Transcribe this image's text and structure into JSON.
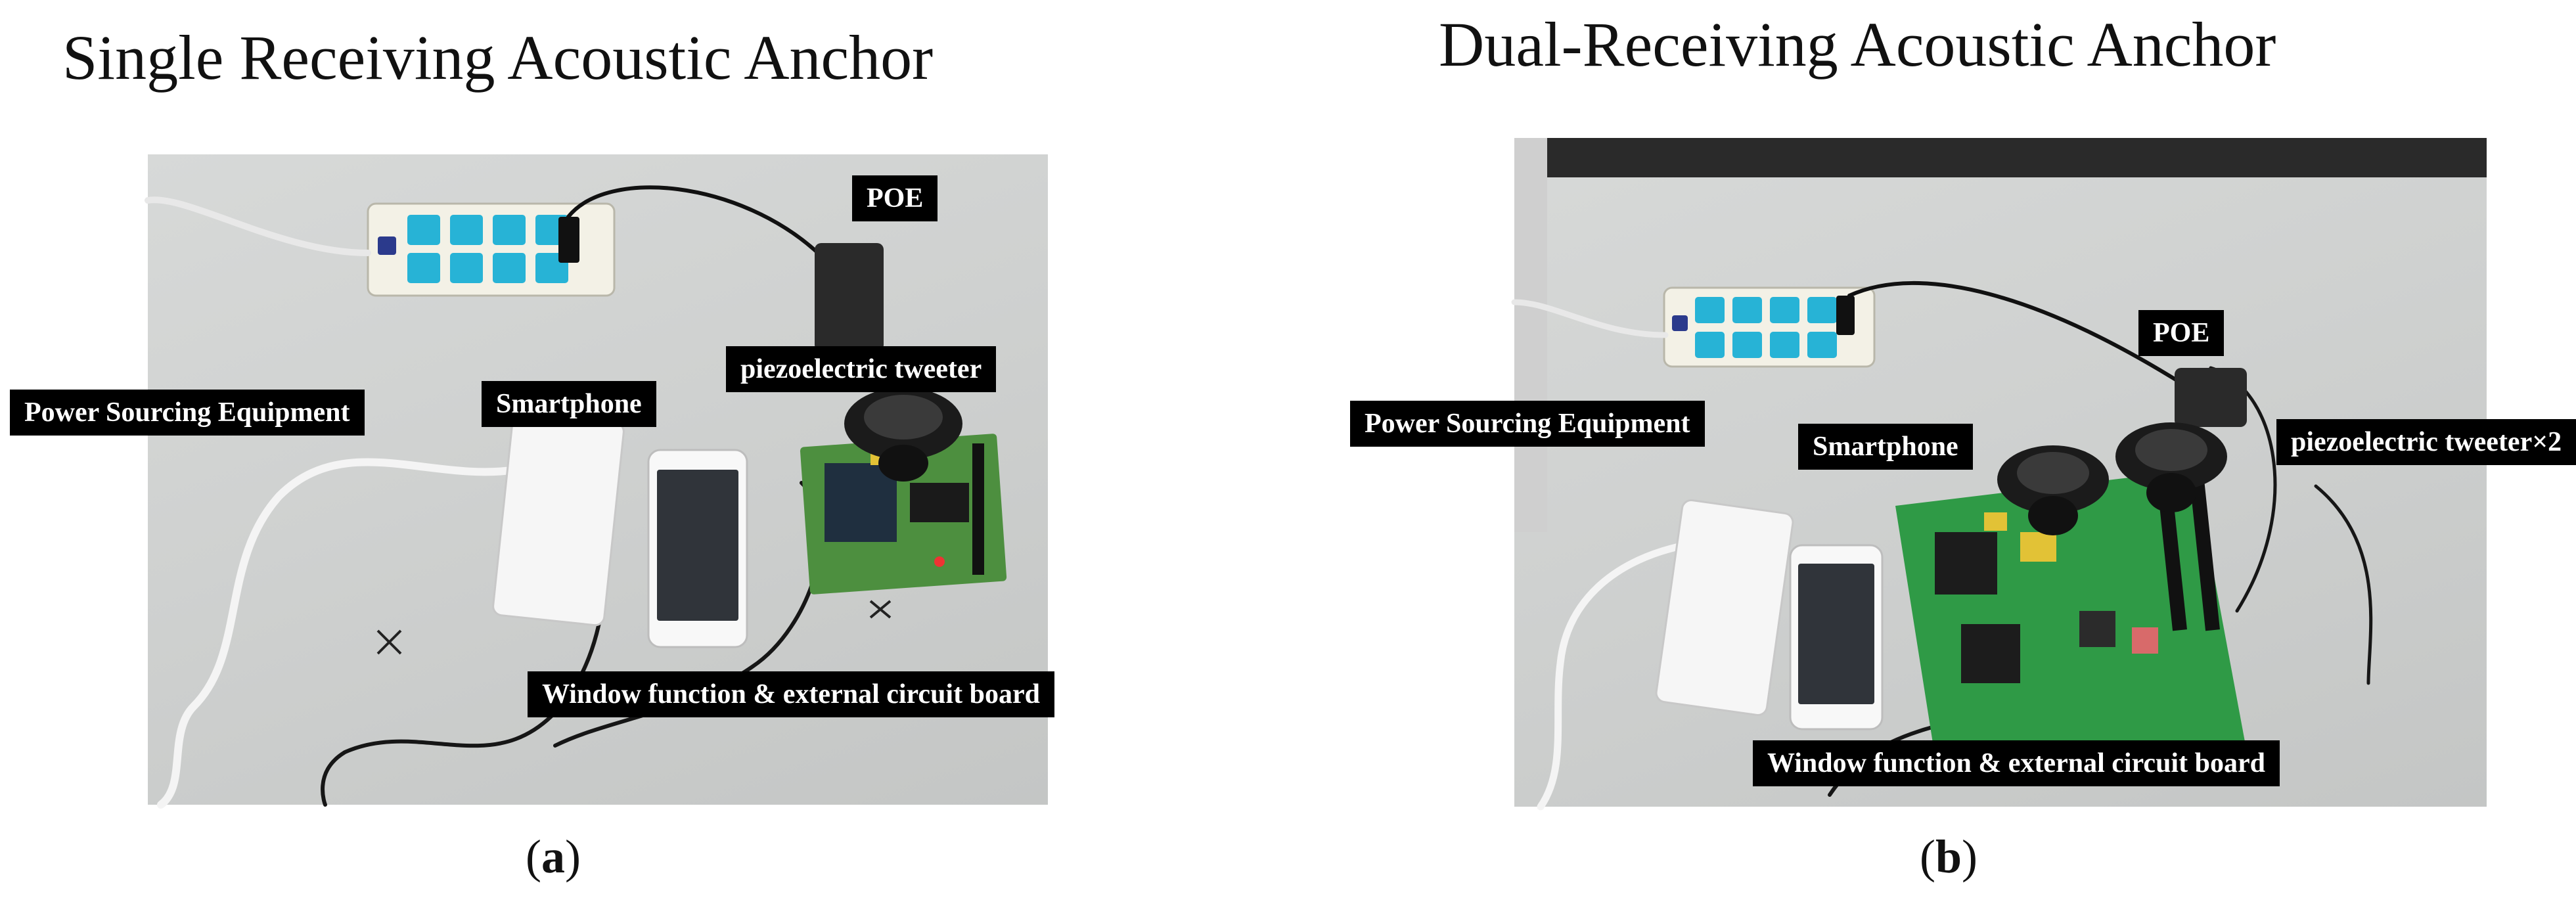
{
  "panels": [
    {
      "title": "Single Receiving Acoustic Anchor",
      "caption_letter": "a",
      "labels": {
        "poe": "POE",
        "tweeter": "piezoelectric tweeter",
        "power": "Power Sourcing Equipment",
        "phone": "Smartphone",
        "board": "Window function & external circuit board"
      }
    },
    {
      "title": "Dual-Receiving Acoustic Anchor",
      "caption_letter": "b",
      "labels": {
        "poe": "POE",
        "tweeter": "piezoelectric tweeter×2",
        "power": "Power Sourcing Equipment",
        "phone": "Smartphone",
        "board": "Window function & external circuit board"
      }
    }
  ]
}
